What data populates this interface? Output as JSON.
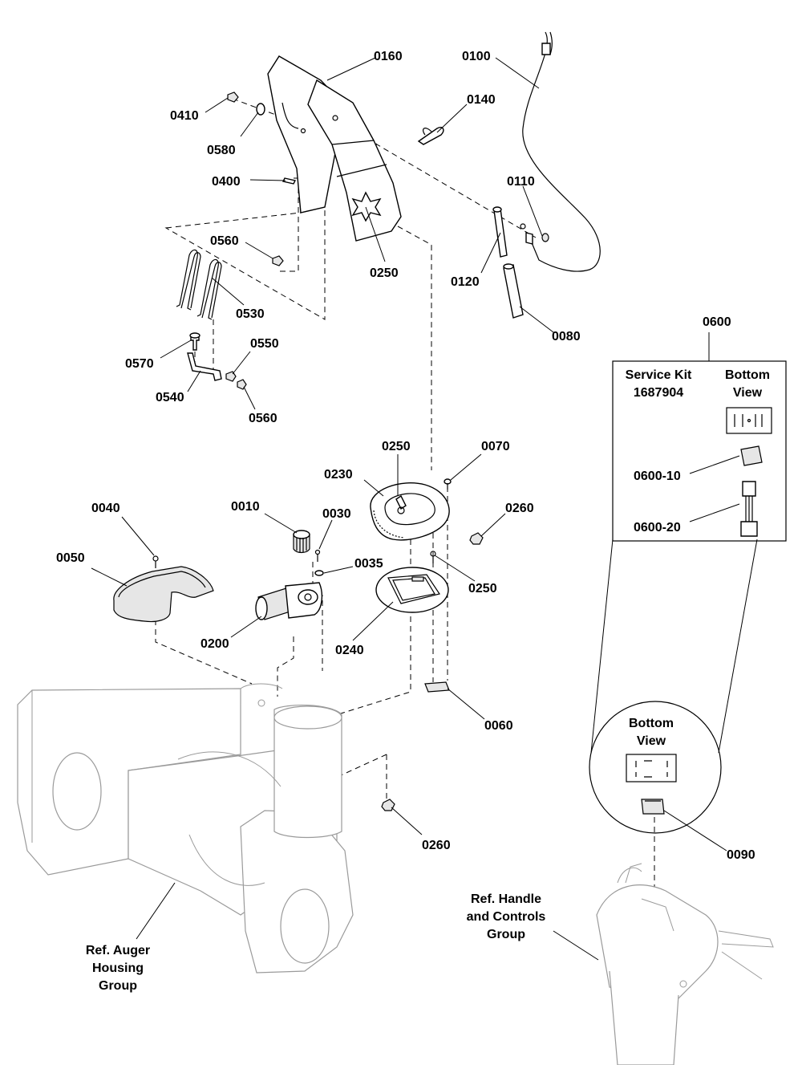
{
  "parts": {
    "p0160": "0160",
    "p0100": "0100",
    "p0410": "0410",
    "p0580": "0580",
    "p0140": "0140",
    "p0400": "0400",
    "p0110": "0110",
    "p0560a": "0560",
    "p0250a": "0250",
    "p0120": "0120",
    "p0530": "0530",
    "p0080": "0080",
    "p0570": "0570",
    "p0550": "0550",
    "p0540": "0540",
    "p0560b": "0560",
    "p0600": "0600",
    "p0250b": "0250",
    "p0070": "0070",
    "p0230": "0230",
    "p0010": "0010",
    "p0040": "0040",
    "p0260a": "0260",
    "p0030": "0030",
    "p0050": "0050",
    "p0035": "0035",
    "p0250c": "0250",
    "p0200": "0200",
    "p0240": "0240",
    "p0060": "0060",
    "p0260b": "0260",
    "p0090": "0090",
    "p060010": "0600-10",
    "p060020": "0600-20"
  },
  "kit_box": {
    "title_line1": "Service Kit",
    "title_line2": "1687904",
    "view_line1": "Bottom",
    "view_line2": "View"
  },
  "circle_callout": {
    "line1": "Bottom",
    "line2": "View"
  },
  "refs": {
    "auger": [
      "Ref. Auger",
      "Housing",
      "Group"
    ],
    "handle": [
      "Ref. Handle",
      "and Controls",
      "Group"
    ]
  }
}
